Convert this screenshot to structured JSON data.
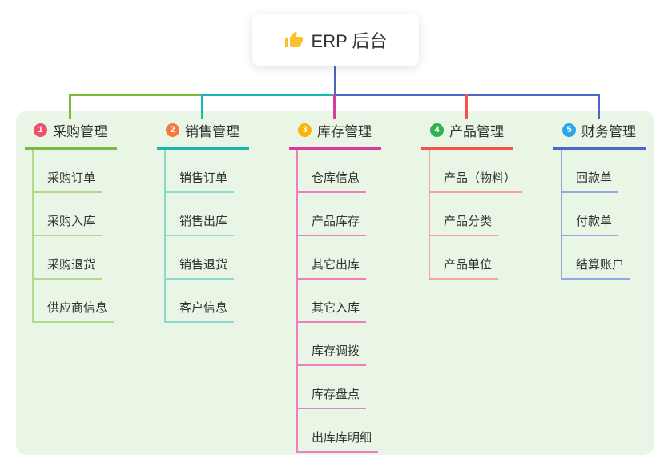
{
  "root": {
    "label": "ERP 后台",
    "icon": "thumbs-up-icon"
  },
  "branches": [
    {
      "index": "1",
      "title": "采购管理",
      "badge_color": "#f0506e",
      "line_color": "#7cb93f",
      "sub_line_color": "#b3d98b",
      "items": [
        "采购订单",
        "采购入库",
        "采购退货",
        "供应商信息"
      ]
    },
    {
      "index": "2",
      "title": "销售管理",
      "badge_color": "#f5793b",
      "line_color": "#17b8ae",
      "sub_line_color": "#8cd9d1",
      "items": [
        "销售订单",
        "销售出库",
        "销售退货",
        "客户信息"
      ]
    },
    {
      "index": "3",
      "title": "库存管理",
      "badge_color": "#fcb40a",
      "line_color": "#d93a9e",
      "sub_line_color": "#ef7fc1",
      "items": [
        "仓库信息",
        "产品库存",
        "其它出库",
        "其它入库",
        "库存调拨",
        "库存盘点",
        "出库库明细"
      ]
    },
    {
      "index": "4",
      "title": "产品管理",
      "badge_color": "#2cb34f",
      "line_color": "#f2544d",
      "sub_line_color": "#f8a49e",
      "items": [
        "产品（物料）",
        "产品分类",
        "产品单位"
      ]
    },
    {
      "index": "5",
      "title": "财务管理",
      "badge_color": "#2ba6e9",
      "line_color": "#4c66c8",
      "sub_line_color": "#94a9e1",
      "items": [
        "回款单",
        "付款单",
        "结算账户"
      ]
    }
  ],
  "connector_colors": {
    "stem": "#4c66c8",
    "bus_left": "#7cb93f",
    "bus_mid": "#17b8ae",
    "bus_right": "#4c66c8"
  },
  "canvas": {
    "background": "#ffffff",
    "panel_background": "#e9f5e5",
    "text_color": "#333333"
  }
}
